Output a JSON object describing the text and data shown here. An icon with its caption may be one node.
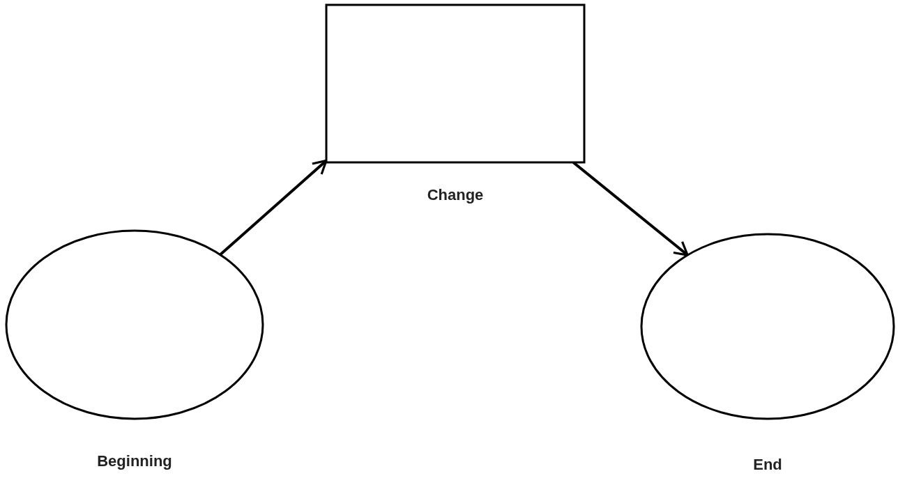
{
  "diagram": {
    "nodes": [
      {
        "text": [
          "Beginning"
        ]
      },
      {
        "text": [
          "Change"
        ]
      },
      {
        "text": [
          "End"
        ]
      }
    ],
    "edges": [
      {
        "from": 0,
        "to": 1,
        "arrow": "to"
      },
      {
        "from": 1,
        "to": 2,
        "arrow": "to"
      }
    ]
  }
}
